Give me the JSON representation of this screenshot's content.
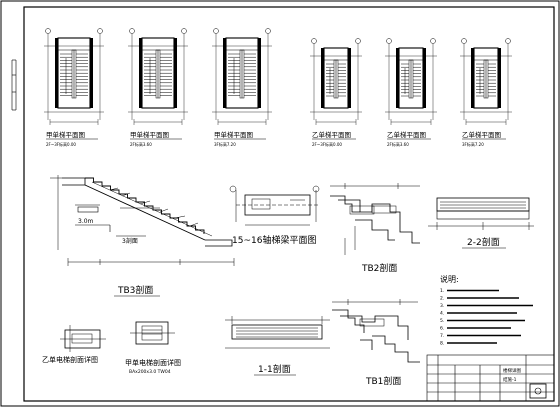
{
  "plan_titles": [
    "甲单梯平面图",
    "甲单梯平面图",
    "甲单梯平面图",
    "乙单梯平面图",
    "乙单梯平面图",
    "乙单梯平面图"
  ],
  "plan_subtitles": [
    "2F~3F标高0.00",
    "2F标高3.60",
    "3F标高7.20",
    "2F~3F标高0.00",
    "2F标高3.60",
    "3F标高7.20"
  ],
  "section_titles": {
    "tb3_section": "TB3剖面",
    "plan_15_16": "15~16轴梯梁平面图",
    "tb2_section": "TB2剖面",
    "section_2_2": "2-2剖面",
    "section_1_1": "1-1剖面",
    "tb1_section": "TB1剖面",
    "detail_left": "乙单电梯剖面详图",
    "detail_right": "甲单电梯剖面详图",
    "small_label_3": "3剖面",
    "note_tag": "3.0m",
    "detail_note": "BAx200x3.0 TW04"
  },
  "notes": {
    "title": "说明:",
    "lines": [
      "1.",
      "2.",
      "3.",
      "4.",
      "5.",
      "6.",
      "7.",
      "8."
    ]
  },
  "title_block": {
    "project": "楼梯详图",
    "sheet_no": "结施-1"
  }
}
